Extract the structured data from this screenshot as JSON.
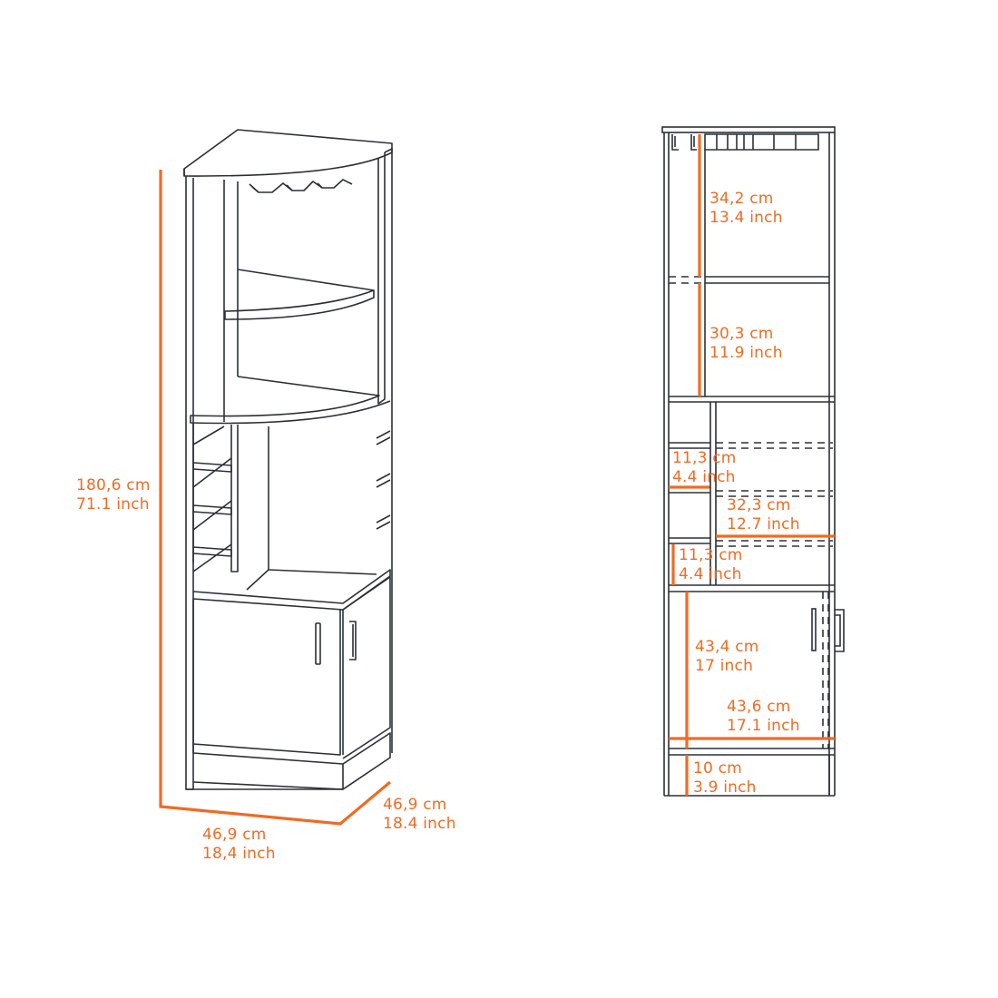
{
  "colors": {
    "dimension": "#f26a21",
    "outline": "#2b3038",
    "background": "#ffffff"
  },
  "perspective_view": {
    "height": {
      "cm": "180,6 cm",
      "inch": "71.1 inch"
    },
    "width": {
      "cm": "46,9 cm",
      "inch": "18,4 inch"
    },
    "depth": {
      "cm": "46,9 cm",
      "inch": "18.4 inch"
    }
  },
  "front_view": {
    "top_compartment": {
      "cm": "34,2 cm",
      "inch": "13.4 inch"
    },
    "middle_compartment": {
      "cm": "30,3 cm",
      "inch": "11.9 inch"
    },
    "wine_slot_upper": {
      "cm": "11,3 cm",
      "inch": "4.4 inch"
    },
    "open_niche_width": {
      "cm": "32,3 cm",
      "inch": "12.7 inch"
    },
    "wine_slot_lower": {
      "cm": "11,3 cm",
      "inch": "4.4 inch"
    },
    "cabinet_height": {
      "cm": "43,4 cm",
      "inch": "17 inch"
    },
    "cabinet_width": {
      "cm": "43,6 cm",
      "inch": "17.1 inch"
    },
    "base_height": {
      "cm": "10 cm",
      "inch": "3.9 inch"
    }
  }
}
